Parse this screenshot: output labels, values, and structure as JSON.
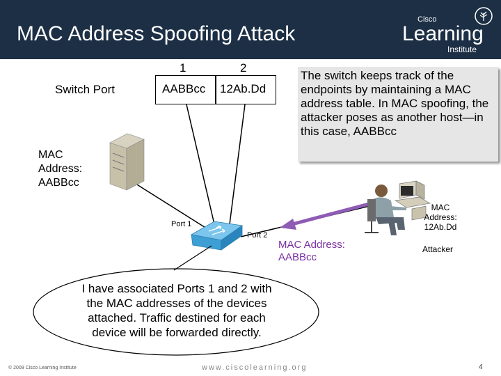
{
  "slide": {
    "title": "MAC Address Spoofing Attack",
    "logo": {
      "brand": "Cisco",
      "word": "Learning",
      "sub": "Institute"
    },
    "table": {
      "row_label": "Switch Port",
      "columns": [
        "1",
        "2"
      ],
      "values": [
        "AABBcc",
        "12Ab.Dd"
      ]
    },
    "description": "The switch keeps track of the endpoints by maintaining a MAC address table. In MAC spoofing, the attacker poses as another host—in this case, AABBcc",
    "server": {
      "mac_line1": "MAC",
      "mac_line2": "Address:",
      "mac_line3": "AABBcc"
    },
    "switch": {
      "port1": "Port 1",
      "port2": "Port 2"
    },
    "spoof": {
      "line1": "MAC Address:",
      "line2": "AABBcc"
    },
    "attacker": {
      "mac_line1": "MAC",
      "mac_line2": "Address:",
      "mac_line3": "12Ab.Dd",
      "label": "Attacker"
    },
    "bubble": {
      "line1": "I have associated Ports 1 and 2 with",
      "line2": "the MAC addresses of the devices",
      "line3": "attached. Traffic destined for each",
      "line4": "device will be forwarded directly."
    },
    "footer": {
      "copyright": "© 2009 Cisco Learning Institute",
      "url": "www.ciscolearning.org",
      "page": "4"
    },
    "colors": {
      "header": "#1c2f45",
      "arrow": "#8e5bb5",
      "switch": "#3d9fd4",
      "desc_bg": "#e6e6e6"
    }
  }
}
